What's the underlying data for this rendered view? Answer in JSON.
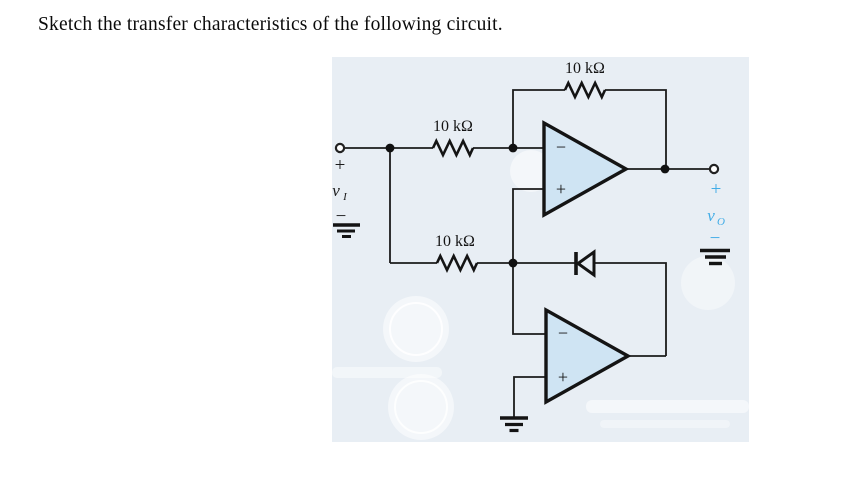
{
  "title": "Sketch the transfer characteristics of the following circuit.",
  "circuit": {
    "resistors": {
      "feedback": {
        "label": "10 kΩ"
      },
      "input": {
        "label": "10 kΩ"
      },
      "lower": {
        "label": "10 kΩ"
      }
    },
    "opamp_top": {
      "inverting_mark": "−",
      "noninverting_mark": "+"
    },
    "opamp_bottom": {
      "inverting_mark": "−",
      "noninverting_mark": "+"
    },
    "input_terminal": {
      "plus": "+",
      "var": "v",
      "sub": "I",
      "minus": "−"
    },
    "output_terminal": {
      "plus": "+",
      "var": "v",
      "sub": "O",
      "minus": "−"
    },
    "colors": {
      "panel": "#e8eef4",
      "opamp_fill": "#cfe4f3",
      "wire": "#1b1b1b",
      "output_accent": "#41ace6"
    }
  }
}
